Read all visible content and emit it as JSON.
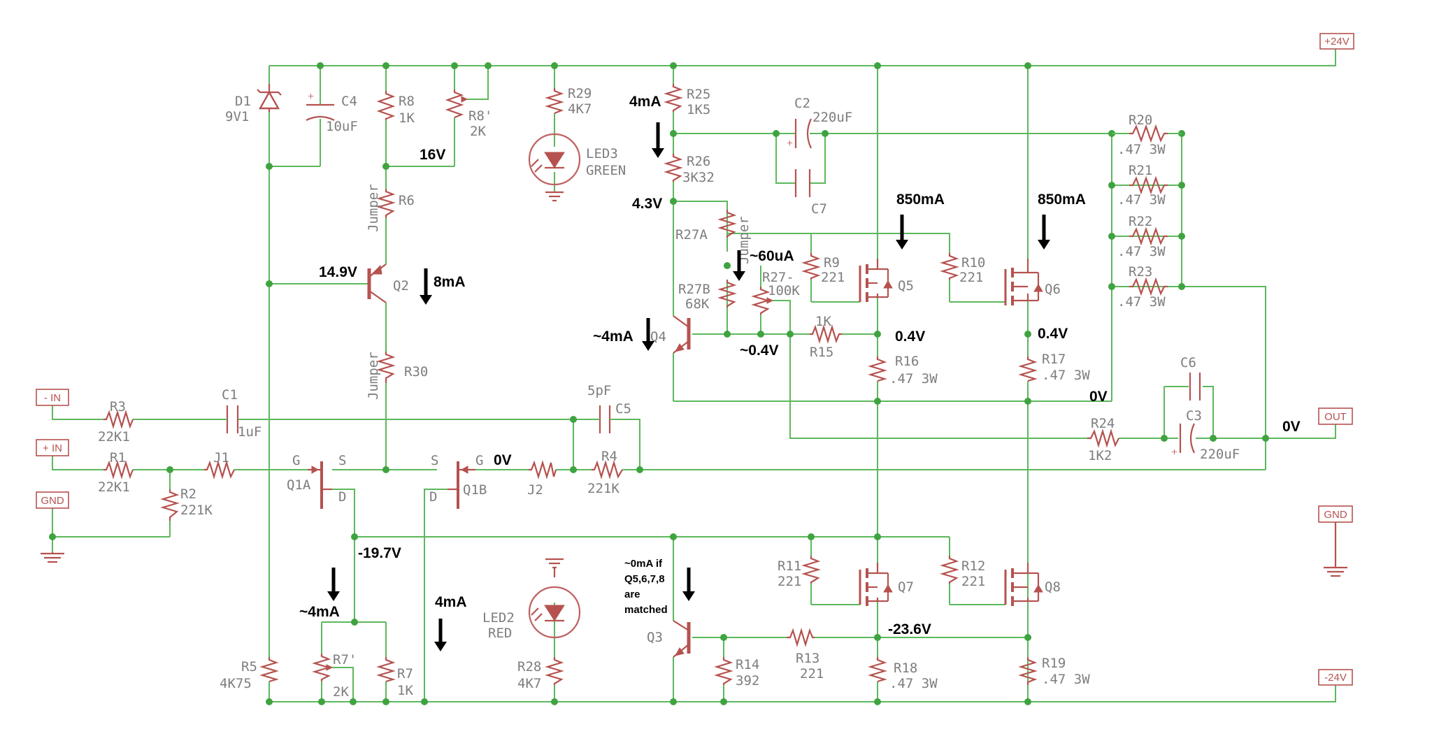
{
  "ports": {
    "p24": "+24V",
    "neg_in": "- IN",
    "pos_in": "+ IN",
    "gnd_left": "GND",
    "out": "OUT",
    "gnd_right": "GND",
    "m24": "-24V"
  },
  "components": {
    "D1": {
      "name": "D1",
      "value": "9V1"
    },
    "C4": {
      "name": "C4",
      "value": "10uF"
    },
    "R8": {
      "name": "R8",
      "value": "1K"
    },
    "R8p": {
      "name": "R8'",
      "value": "2K"
    },
    "R29": {
      "name": "R29",
      "value": "4K7"
    },
    "LED3": {
      "name": "LED3",
      "value": "GREEN"
    },
    "R25": {
      "name": "R25",
      "value": "1K5"
    },
    "C2": {
      "name": "C2",
      "value": "220uF"
    },
    "C7": {
      "name": "C7"
    },
    "R20": {
      "name": "R20",
      "value": ".47 3W"
    },
    "R21": {
      "name": "R21",
      "value": ".47 3W"
    },
    "R22": {
      "name": "R22",
      "value": ".47 3W"
    },
    "R23": {
      "name": "R23",
      "value": ".47 3W"
    },
    "R26": {
      "name": "R26",
      "value": "3K32"
    },
    "R6": {
      "name": "R6",
      "jumper": "Jumper"
    },
    "R27A": {
      "name": "R27A",
      "jumper": "Jumper"
    },
    "R27B": {
      "name": "R27B",
      "value": "68K"
    },
    "R27": {
      "name": "R27-",
      "value": "100K"
    },
    "R9": {
      "name": "R9",
      "value": "221"
    },
    "Q5": {
      "name": "Q5"
    },
    "R10": {
      "name": "R10",
      "value": "221"
    },
    "Q6": {
      "name": "Q6"
    },
    "Q2": {
      "name": "Q2"
    },
    "Q4": {
      "name": "Q4"
    },
    "R15": {
      "name": "R15",
      "value": "1K"
    },
    "R16": {
      "name": "R16",
      "value": ".47 3W"
    },
    "R17": {
      "name": "R17",
      "value": ".47 3W"
    },
    "R30": {
      "name": "R30",
      "jumper": "Jumper"
    },
    "R3": {
      "name": "R3",
      "value": "22K1"
    },
    "C1": {
      "name": "C1",
      "value": "1uF"
    },
    "C5": {
      "name": "C5",
      "value": "5pF"
    },
    "C6": {
      "name": "C6"
    },
    "C3": {
      "name": "C3",
      "value": "220uF"
    },
    "R24": {
      "name": "R24",
      "value": "1K2"
    },
    "R1": {
      "name": "R1",
      "value": "22K1"
    },
    "J1": {
      "name": "J1"
    },
    "R2": {
      "name": "R2",
      "value": "221K"
    },
    "Q1A": {
      "name": "Q1A",
      "g": "G",
      "s": "S",
      "d": "D"
    },
    "Q1B": {
      "name": "Q1B",
      "g": "G",
      "s": "S",
      "d": "D"
    },
    "J2": {
      "name": "J2"
    },
    "R4": {
      "name": "R4",
      "value": "221K"
    },
    "R11": {
      "name": "R11",
      "value": "221"
    },
    "Q7": {
      "name": "Q7"
    },
    "R12": {
      "name": "R12",
      "value": "221"
    },
    "Q8": {
      "name": "Q8"
    },
    "LED2": {
      "name": "LED2",
      "value": "RED"
    },
    "Q3": {
      "name": "Q3"
    },
    "R13": {
      "name": "R13",
      "value": "221"
    },
    "R5": {
      "name": "R5",
      "value": "4K75"
    },
    "R7p": {
      "name": "R7'",
      "value": "2K"
    },
    "R7": {
      "name": "R7",
      "value": "1K"
    },
    "R28": {
      "name": "R28",
      "value": "4K7"
    },
    "R14": {
      "name": "R14",
      "value": "392"
    },
    "R18": {
      "name": "R18",
      "value": ".47 3W"
    },
    "R19": {
      "name": "R19",
      "value": ".47 3W"
    }
  },
  "annotations": {
    "a_4mA_top": "4mA",
    "a_16V": "16V",
    "a_4_3V": "4.3V",
    "a_850_q5": "850mA",
    "a_850_q6": "850mA",
    "a_60uA": "~60uA",
    "a_14_9V": "14.9V",
    "a_8mA": "8mA",
    "a_4mA_q4": "~4mA",
    "a_0_4V_r27": "~0.4V",
    "a_0_4V_q5": "0.4V",
    "a_0_4V_q6": "0.4V",
    "a_0V_r17": "0V",
    "a_0V_out": "0V",
    "a_0V_q1b": "0V",
    "a_19_7V": "-19.7V",
    "a_4mA_r7": "~4mA",
    "a_4mA_mid": "4mA",
    "a_0mA_1": "~0mA if",
    "a_0mA_2": "Q5,6,7,8",
    "a_0mA_3": "are",
    "a_0mA_4": "matched",
    "a_23_6V": "-23.6V"
  }
}
